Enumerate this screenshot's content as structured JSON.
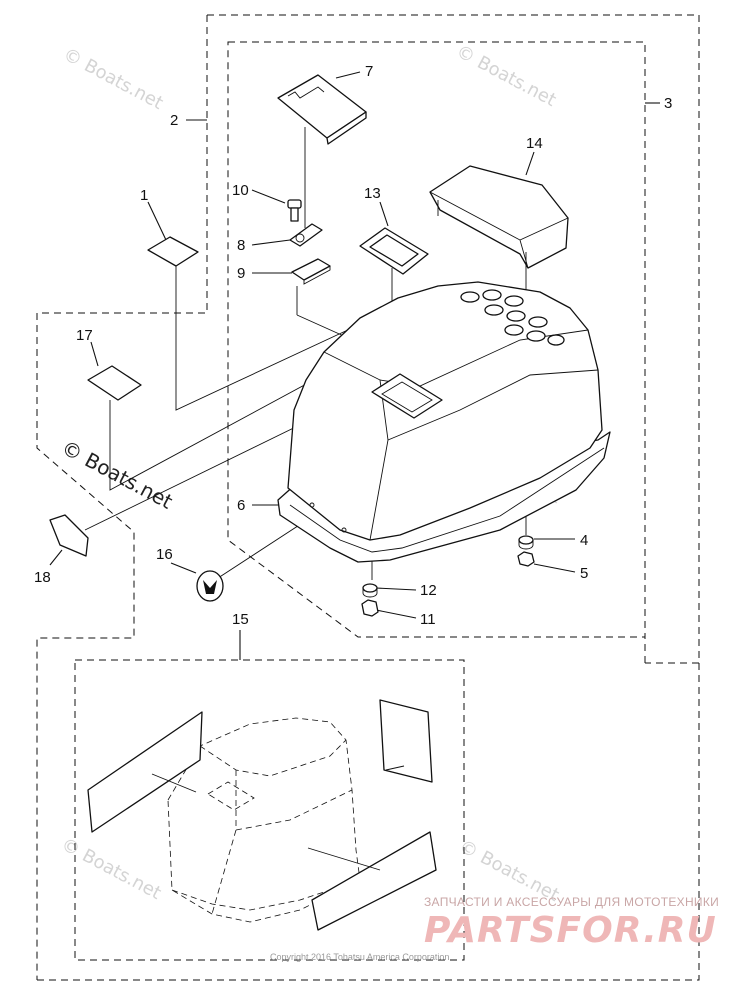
{
  "callouts": {
    "c1": "1",
    "c2": "2",
    "c3": "3",
    "c4": "4",
    "c5": "5",
    "c6": "6",
    "c7": "7",
    "c8": "8",
    "c9": "9",
    "c10": "10",
    "c11": "11",
    "c12": "12",
    "c13": "13",
    "c14": "14",
    "c15": "15",
    "c16": "16",
    "c17": "17",
    "c18": "18"
  },
  "watermarks": {
    "small": "© Boats.net",
    "large": "© Boats.net"
  },
  "footer": {
    "copyright": "Copyright 2016 Tohatsu America Corporation"
  },
  "branding": {
    "tagline": "ЗАПЧАСТИ И АКСЕССУАРЫ ДЛЯ МОТОТЕХНИКИ",
    "name": "PARTSFOR.RU"
  }
}
